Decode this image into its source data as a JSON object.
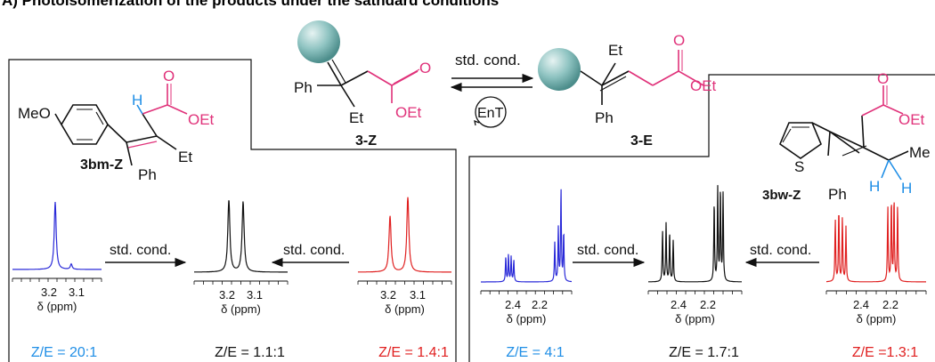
{
  "heading": "A) Photoisomerization of the products under the sathdard conditions",
  "colors": {
    "pink": "#e0327a",
    "blue": "#1f8ee6",
    "darkblue": "#2a2ad8",
    "red": "#e02020",
    "sphere": "#7fb9b7",
    "black": "#111111"
  },
  "center": {
    "z_label": "3-Z",
    "e_label": "3-E",
    "arrow_label": "std. cond.",
    "ent_label": "EnT",
    "z_atoms": {
      "ph": "Ph",
      "et": "Et",
      "o": "O",
      "oet": "OEt"
    },
    "e_atoms": {
      "et": "Et",
      "ph": "Ph",
      "o": "O",
      "oet": "OEt"
    }
  },
  "left_panel": {
    "compound_label": "3bm-Z",
    "atoms": {
      "meo": "MeO",
      "h": "H",
      "o": "O",
      "oet": "OEt",
      "et": "Et",
      "ph": "Ph"
    },
    "arrow1_label": "std. cond.",
    "arrow2_label": "std. cond.",
    "spectra": [
      {
        "ticks": [
          "3.2",
          "3.1"
        ],
        "xlabel": "δ (ppm)",
        "ratio": "Z/E = 20:1",
        "color": "#2a2ad8",
        "ratio_color": "#1f8ee6"
      },
      {
        "ticks": [
          "3.2",
          "3.1"
        ],
        "xlabel": "δ (ppm)",
        "ratio": "Z/E = 1.1:1",
        "color": "#111111",
        "ratio_color": "#111111"
      },
      {
        "ticks": [
          "3.2",
          "3.1"
        ],
        "xlabel": "δ (ppm)",
        "ratio": "Z/E = 1.4:1",
        "color": "#e02020",
        "ratio_color": "#e02020"
      }
    ]
  },
  "right_panel": {
    "compound_label": "3bw-Z",
    "atoms": {
      "s": "S",
      "o": "O",
      "oet": "OEt",
      "me": "Me",
      "ph": "Ph",
      "h1": "H",
      "h2": "H"
    },
    "arrow1_label": "std. cond.",
    "arrow2_label": "std. cond.",
    "spectra": [
      {
        "ticks": [
          "2.4",
          "2.2"
        ],
        "xlabel": "δ (ppm)",
        "ratio": "Z/E = 4:1",
        "color": "#2a2ad8",
        "ratio_color": "#1f8ee6"
      },
      {
        "ticks": [
          "2.4",
          "2.2"
        ],
        "xlabel": "δ (ppm)",
        "ratio": "Z/E = 1.7:1",
        "color": "#111111",
        "ratio_color": "#111111"
      },
      {
        "ticks": [
          "2.4",
          "2.2"
        ],
        "xlabel": "δ (ppm)",
        "ratio": "Z/E =1.3:1",
        "color": "#e02020",
        "ratio_color": "#e02020"
      }
    ]
  }
}
